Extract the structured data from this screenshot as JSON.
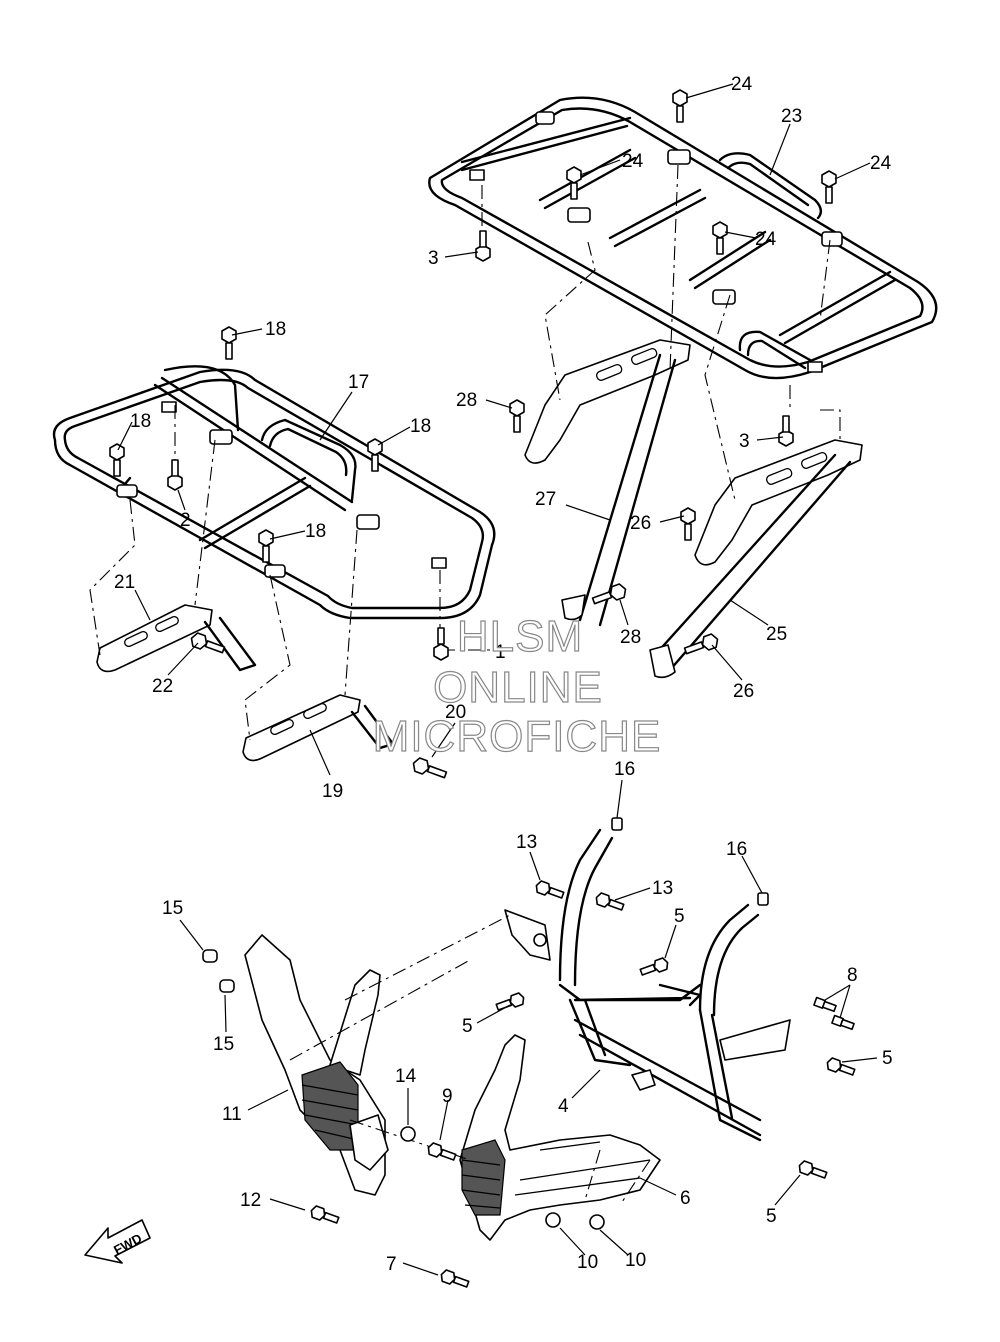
{
  "watermark": {
    "line1": "HLSM",
    "line2": "ONLINE",
    "line3": "MICROFICHE"
  },
  "fwd_label": "FWD",
  "callouts": {
    "c24a": "24",
    "c23": "23",
    "c24b": "24",
    "c24c": "24",
    "c3a": "3",
    "c24d": "24",
    "c18a": "18",
    "c17": "17",
    "c28a": "28",
    "c18b": "18",
    "c18c": "18",
    "c2": "2",
    "c3b": "3",
    "c27": "27",
    "c26a": "26",
    "c18d": "18",
    "c21": "21",
    "c28b": "28",
    "c25": "25",
    "c22": "22",
    "c1": "1",
    "c26b": "26",
    "c20": "20",
    "c19": "19",
    "c16a": "16",
    "c13a": "13",
    "c13b": "13",
    "c16b": "16",
    "c15a": "15",
    "c5a": "5",
    "c8": "8",
    "c15b": "15",
    "c5b": "5",
    "c5c": "5",
    "c14": "14",
    "c11": "11",
    "c9": "9",
    "c4": "4",
    "c6": "6",
    "c12": "12",
    "c5d": "5",
    "c10a": "10",
    "c10b": "10",
    "c7": "7"
  }
}
